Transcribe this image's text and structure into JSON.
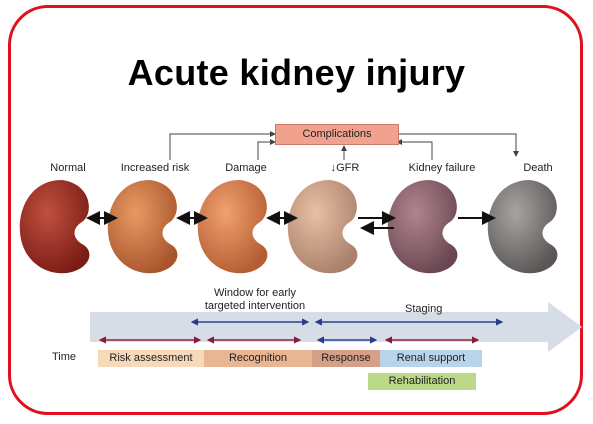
{
  "title": "Acute kidney injury",
  "complications": "Complications",
  "stages": [
    "Normal",
    "Increased risk",
    "Damage",
    "↓GFR",
    "Kidney failure",
    "Death"
  ],
  "colors": {
    "frame": "#e0101c",
    "k1": "#9a2a1f",
    "k2": "#c26a3c",
    "k3": "#d27a4a",
    "k4": "#c89a80",
    "k5": "#8d6268",
    "k6": "#6f6a6a"
  },
  "timeline": {
    "window": "Window for early\ntargeted intervention",
    "staging": "Staging",
    "time": "Time",
    "risk": "Risk assessment",
    "recognition": "Recognition",
    "response": "Response",
    "renal": "Renal support",
    "rehab": "Rehabilitation"
  }
}
